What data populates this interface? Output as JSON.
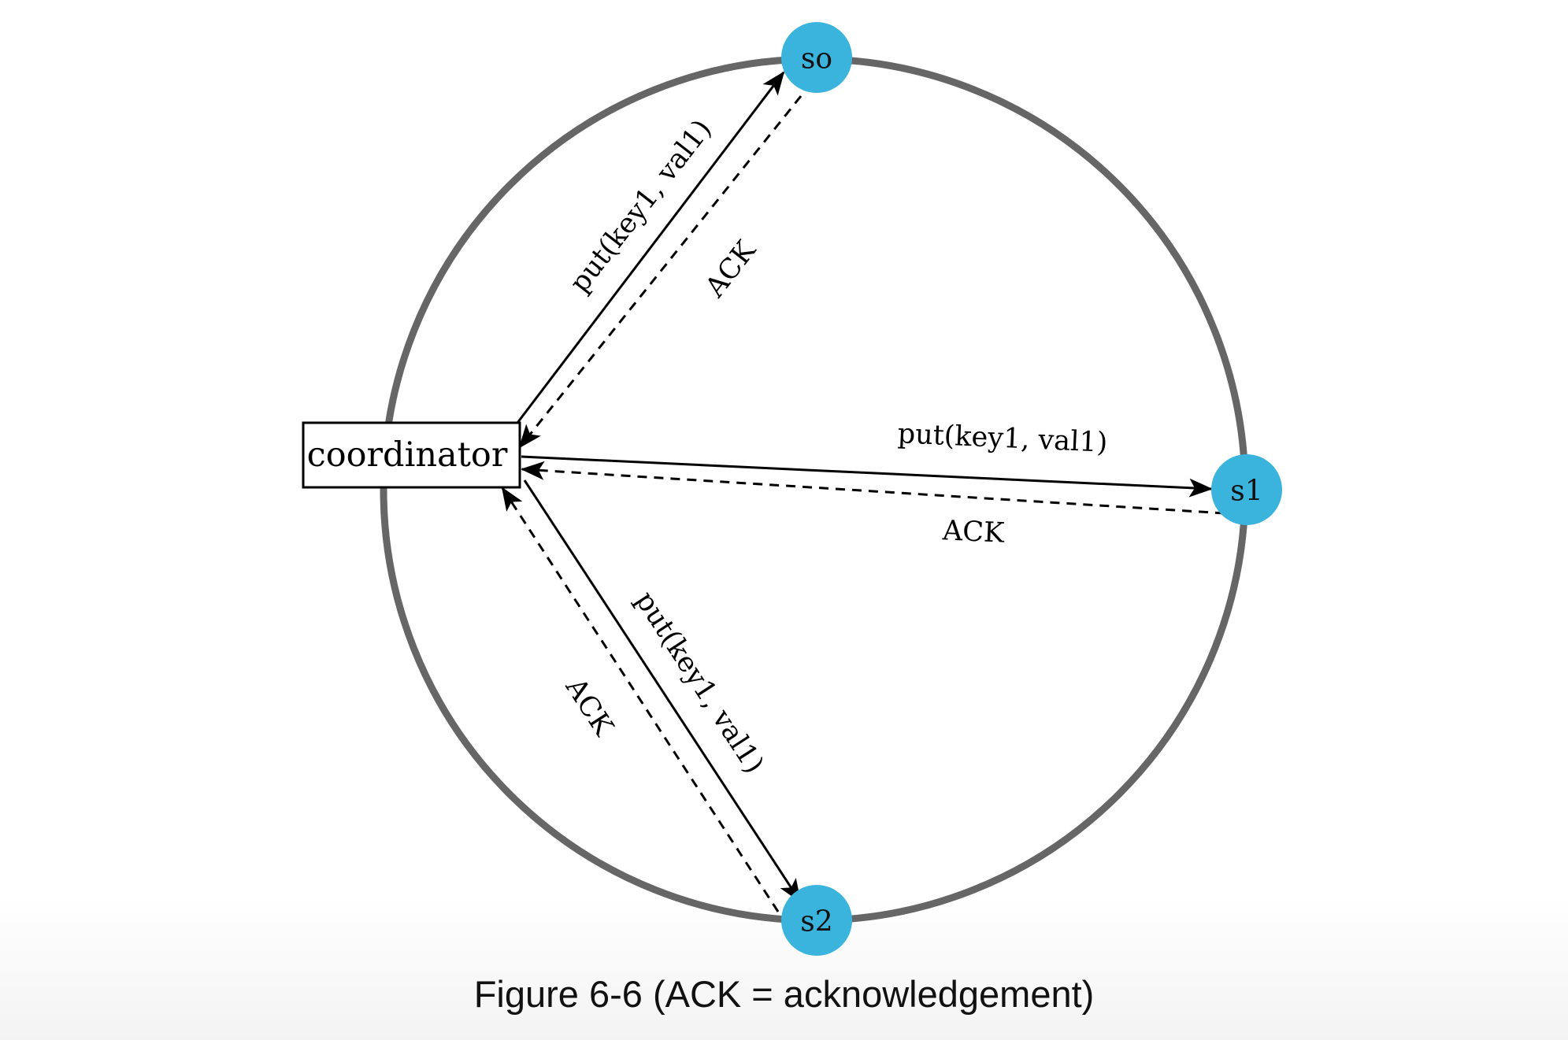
{
  "diagram": {
    "coordinator_label": "coordinator",
    "nodes": [
      {
        "id": "s0",
        "label": "so"
      },
      {
        "id": "s1",
        "label": "s1"
      },
      {
        "id": "s2",
        "label": "s2"
      }
    ],
    "edges": {
      "put_to_s0": "put(key1, val1)",
      "ack_from_s0": "ACK",
      "put_to_s1": "put(key1, val1)",
      "ack_from_s1": "ACK",
      "put_to_s2": "put(key1, val1)",
      "ack_from_s2": "ACK"
    },
    "colors": {
      "ring": "#666666",
      "node_fill": "#3ab4dc",
      "arrow": "#000000"
    }
  },
  "caption": "Figure 6-6 (ACK = acknowledgement)"
}
